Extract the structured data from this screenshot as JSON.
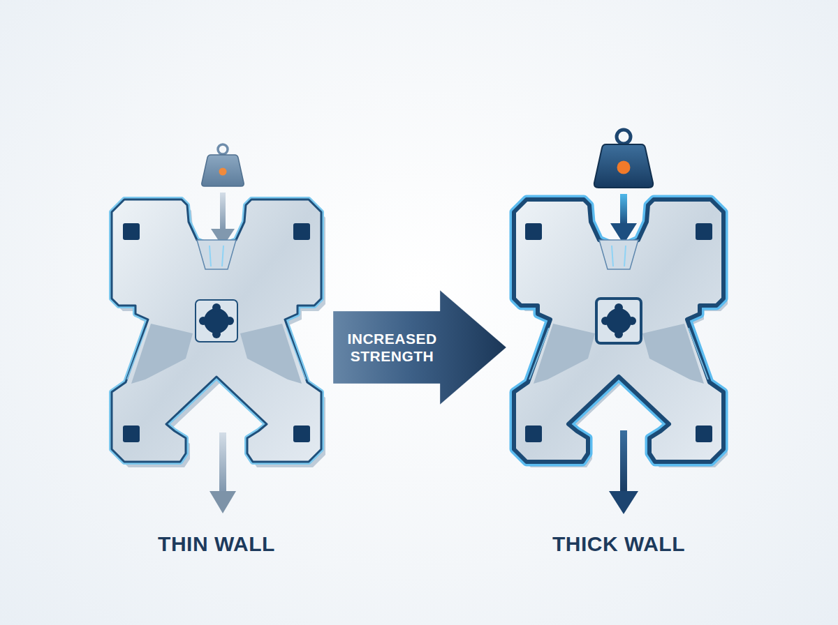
{
  "diagram": {
    "nodes": [
      {
        "text": [
          "THIN WALL"
        ]
      },
      {
        "text": [
          "THICK WALL"
        ]
      }
    ],
    "edges": [
      {
        "from": 0,
        "to": 1,
        "arrow": "to",
        "label": "INCREASED STRENGTH"
      }
    ]
  }
}
